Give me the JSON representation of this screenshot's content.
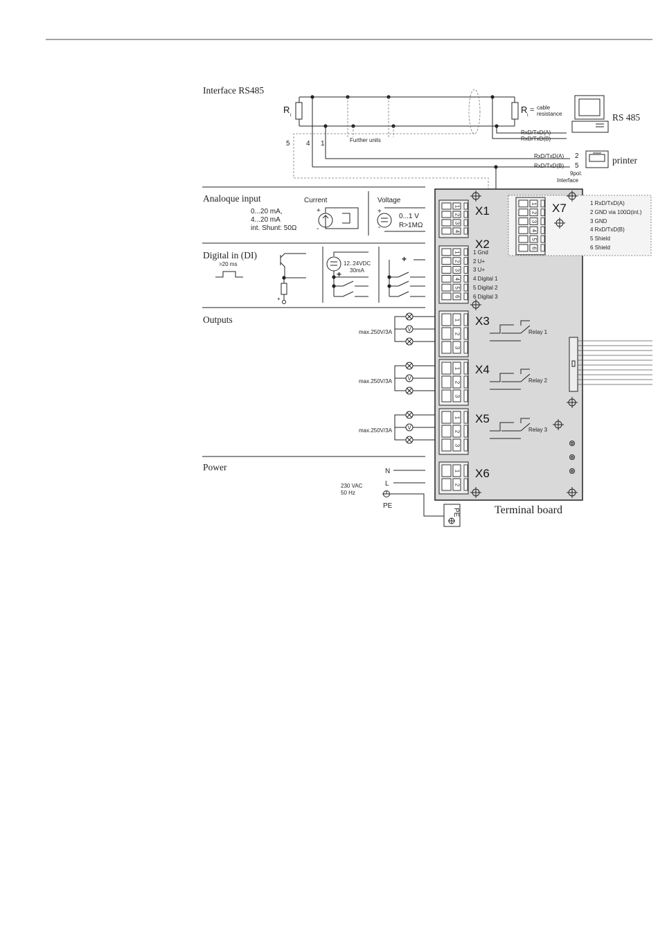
{
  "sections": {
    "rs485": "Interface RS485",
    "analogue": "Analoque input",
    "digital": "Digital in (DI)",
    "outputs": "Outputs",
    "power": "Power"
  },
  "rs485": {
    "r_left": "R",
    "r_sub": "t",
    "r_right": "R",
    "r_right_sub": "t",
    "eq": "=",
    "cable1": "cable",
    "cable2": "resistance",
    "rxa": "RxD/TxD(A)",
    "rxb": "RxD/TxD(B)",
    "further": "Further units",
    "pin5": "5",
    "pin4": "4",
    "pin1": "1",
    "rs485_label": "RS 485",
    "p_rxa": "RxD/TxD(A)",
    "p_rxb": "RxD/TxD(B)",
    "p_2": "2",
    "p_5": "5",
    "ninepol": "9pol.",
    "interface": "Interface",
    "printer": "printer"
  },
  "analogue": {
    "current": "Current",
    "voltage": "Voltage",
    "range1": "0...20 mA,",
    "range2": "4...20 mA",
    "shunt": "int. Shunt: 50Ω",
    "v1": "0...1 V",
    "v2": "R>1MΩ",
    "plus": "+",
    "minus": "-"
  },
  "digital": {
    "pulse": ">20 ms",
    "supply1": "12..24VDC",
    "supply2": "30mA",
    "plus": "+",
    "minus": "-"
  },
  "outputs": {
    "max": "max.250V/3A"
  },
  "power": {
    "n": "N",
    "l": "L",
    "vac": "230 VAC",
    "hz": "50 Hz",
    "pe": "PE",
    "pe_box": "PE"
  },
  "board": {
    "title": "Terminal board",
    "x1": "X1",
    "x2": "X2",
    "x3": "X3",
    "x4": "X4",
    "x5": "X5",
    "x6": "X6",
    "x7": "X7",
    "relay1": "Relay 1",
    "relay2": "Relay 2",
    "relay3": "Relay 3",
    "x2pins": [
      "1  Gnd",
      "2  U+",
      "3  U+",
      "4  Digital 1",
      "5  Digital 2",
      "6  Digital 3"
    ],
    "x7pins": [
      "1  RxD/TxD(A)",
      "2  GND via 100Ω(int.)",
      "3  GND",
      "4  RxD/TxD(B)",
      "5  Shield",
      "6  Shield"
    ],
    "t1": [
      "1",
      "2",
      "3",
      "4"
    ],
    "t2": [
      "1",
      "2",
      "3",
      "4",
      "5",
      "6"
    ],
    "t3": [
      "1",
      "2",
      "3"
    ],
    "t6": [
      "1",
      "2"
    ],
    "t7": [
      "1",
      "2",
      "3",
      "4",
      "5",
      "6"
    ]
  }
}
